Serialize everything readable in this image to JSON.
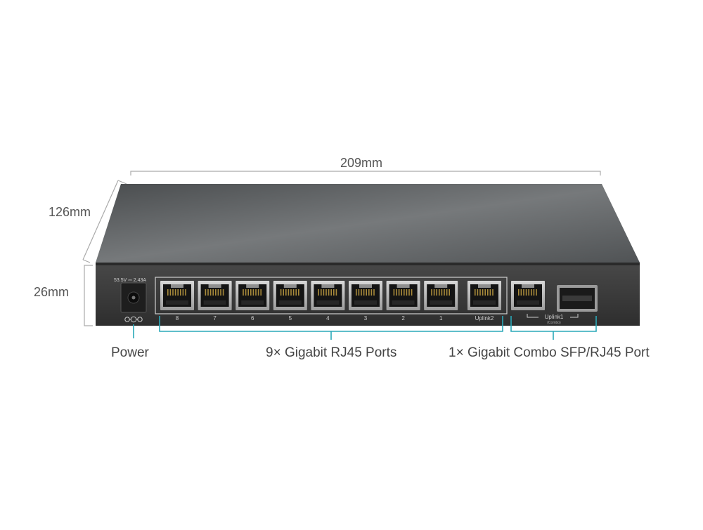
{
  "dimensions": {
    "width": "209mm",
    "depth": "126mm",
    "height": "26mm"
  },
  "power_rating": "53.5V ⎓ 2.43A",
  "ports": {
    "rj45_labels": [
      "8",
      "7",
      "6",
      "5",
      "4",
      "3",
      "2",
      "1"
    ],
    "uplink2_label": "Uplink2",
    "uplink1_label": "Uplink1",
    "uplink1_sub": "(Combo)"
  },
  "callouts": {
    "power": "Power",
    "rj45": "9× Gigabit RJ45 Ports",
    "combo": "1× Gigabit Combo SFP/RJ45 Port"
  },
  "colors": {
    "accent": "#2aa8b8",
    "chassis_front": "#3a3a3a",
    "chassis_top": "#5e6163",
    "dimension_line": "#aaaaaa"
  },
  "icons": {
    "power_jack": "dc-power-jack-icon",
    "polarity": "polarity-symbol-icon"
  }
}
